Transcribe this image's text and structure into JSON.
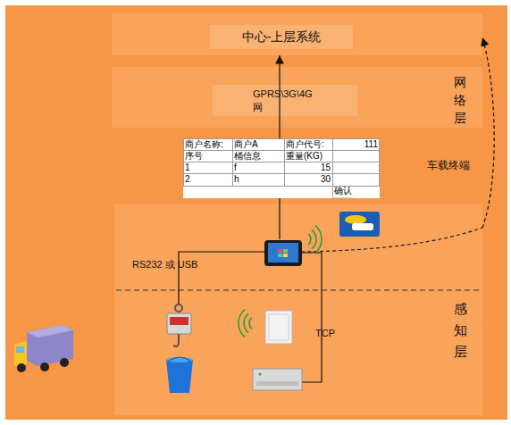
{
  "diagram": {
    "nodes": [
      {
        "text": [
          "中心-上层系统"
        ]
      },
      {
        "text": [
          "网络层"
        ]
      },
      {
        "text": [
          "GPRS\\3G\\4G 网"
        ],
        "in": 1
      },
      {
        "text": [
          "感知层"
        ]
      }
    ],
    "edges": [
      {
        "from": 3,
        "to": 0,
        "arrow": "to"
      },
      {
        "from": 3,
        "to": 0,
        "arrow": "to"
      }
    ],
    "labels": [
      "车载终端",
      "商户名称:",
      "商户A",
      "商户代号:",
      "111",
      "序号",
      "桶信息",
      "重量(KG)",
      "1",
      "f",
      "15",
      "2",
      "h",
      "30",
      "确认",
      "RS232 或 USB",
      "TCP"
    ]
  }
}
